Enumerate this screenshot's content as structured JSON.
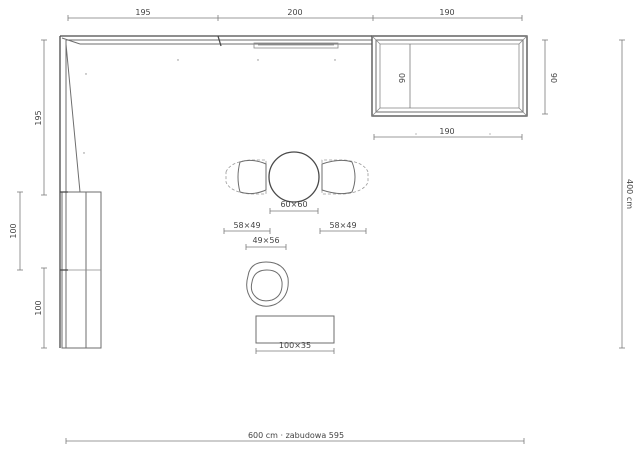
{
  "dimensions": {
    "top_left": "195",
    "top_middle": "200",
    "top_right": "190",
    "left_upper": "195",
    "left_middle": "100",
    "left_lower": "100",
    "right_cabinet_depth_inner": "90",
    "right_cabinet_depth_outer": "90",
    "right_cabinet_width": "190",
    "overall_height": "400 cm",
    "overall_width": "600 cm · zabudowa 595"
  },
  "furniture": {
    "table": "60×60",
    "chair_left": "58×49",
    "chair_right": "58×49",
    "armchair": "49×56",
    "coffee_table": "100×35"
  }
}
